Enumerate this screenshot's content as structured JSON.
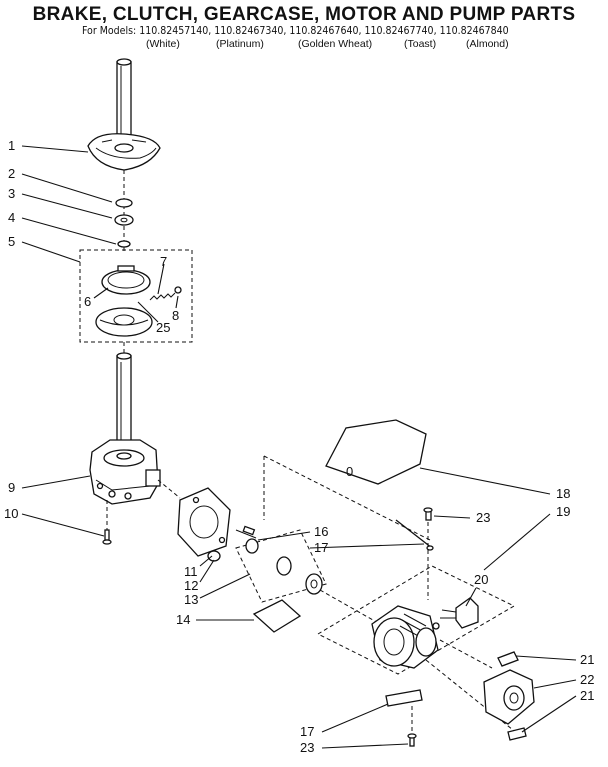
{
  "header": {
    "title": "BRAKE, CLUTCH, GEARCASE, MOTOR AND PUMP PARTS",
    "models_line": "For Models: 110.82457140, 110.82467340, 110.82467640, 110.82467740, 110.82467840",
    "colors": [
      "(White)",
      "(Platinum)",
      "(Golden Wheat)",
      "(Toast)",
      "(Almond)"
    ]
  },
  "callouts": {
    "c1": "1",
    "c2": "2",
    "c3": "3",
    "c4": "4",
    "c5": "5",
    "c6": "6",
    "c7": "7",
    "c8": "8",
    "c25": "25",
    "c9": "9",
    "c10": "10",
    "c11": "11",
    "c12": "12",
    "c13": "13",
    "c14": "14",
    "c16": "16",
    "c17a": "17",
    "c18": "18",
    "c19": "19",
    "c20": "20",
    "c21a": "21",
    "c22": "22",
    "c21b": "21",
    "c23a": "23",
    "c17b": "17",
    "c23b": "23"
  },
  "gasket_mark": "0"
}
